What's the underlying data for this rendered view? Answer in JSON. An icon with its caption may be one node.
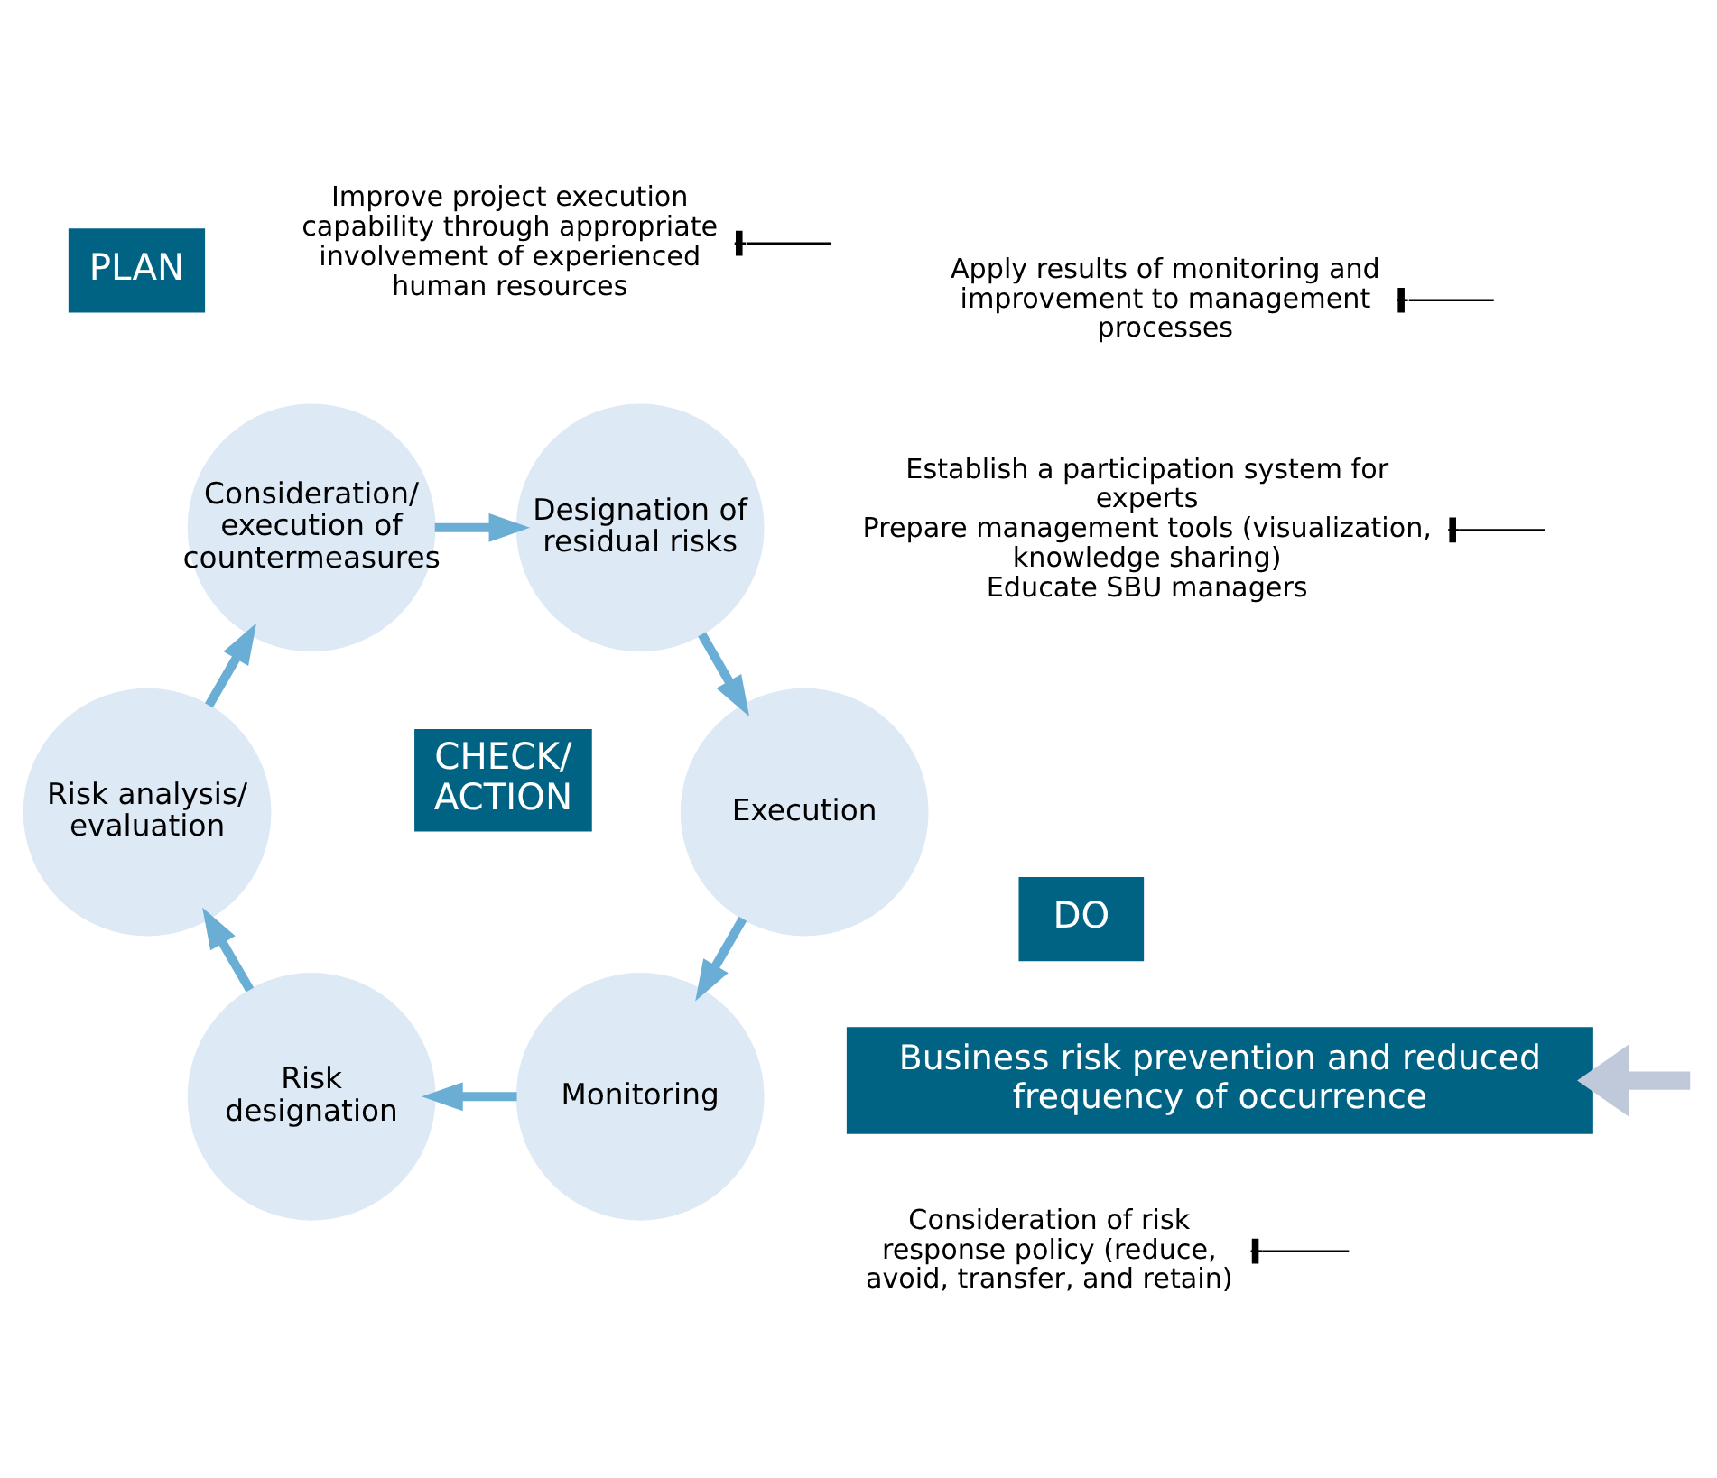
{
  "diagram": {
    "nodes": [
      {
        "text": [
          "Monitoring"
        ]
      },
      {
        "text": [
          "Risk designation"
        ]
      },
      {
        "text": [
          "Risk analysis/ evaluation"
        ]
      },
      {
        "text": [
          "Consideration/ execution of countermeasures"
        ]
      },
      {
        "text": [
          "Designation of residual risks"
        ]
      },
      {
        "text": [
          "Execution"
        ]
      },
      {
        "text": [
          "CHECK/ ACTION"
        ]
      },
      {
        "text": [
          "PLAN"
        ]
      },
      {
        "text": [
          "DO"
        ]
      },
      {
        "text": [
          "Business risk prevention and reduced frequency of occurrence"
        ]
      },
      {
        "text": [
          "Apply results of monitoring and improvement to management processes"
        ]
      },
      {
        "text": [
          "Establish a participation system for experts",
          "Prepare management tools (visualization, knowledge sharing)",
          "Educate SBU managers"
        ]
      },
      {
        "text": [
          "Improve project execution capability through appropriate involvement of experienced human resources"
        ]
      },
      {
        "text": [
          "Consideration of risk response policy (reduce, avoid, transfer, and retain)"
        ]
      }
    ],
    "edges": [
      {
        "from": 0,
        "to": 1,
        "arrow": "to"
      },
      {
        "from": 1,
        "to": 2,
        "arrow": "to"
      },
      {
        "from": 2,
        "to": 3,
        "arrow": "to"
      },
      {
        "from": 3,
        "to": 4,
        "arrow": "to"
      },
      {
        "from": 4,
        "to": 5,
        "arrow": "to"
      },
      {
        "from": 5,
        "to": 0,
        "arrow": "to"
      },
      {
        "from": 10,
        "to": null,
        "arrow": "other",
        "color": "#000000"
      },
      {
        "from": 11,
        "to": null,
        "arrow": "other",
        "color": "#000000"
      },
      {
        "from": 12,
        "to": null,
        "arrow": "other",
        "color": "#000000"
      },
      {
        "from": 13,
        "to": null,
        "arrow": "other",
        "color": "#000000"
      },
      {
        "from": null,
        "to": 9,
        "arrow": "to",
        "style": "thick",
        "color": "#c0c9da"
      }
    ]
  }
}
